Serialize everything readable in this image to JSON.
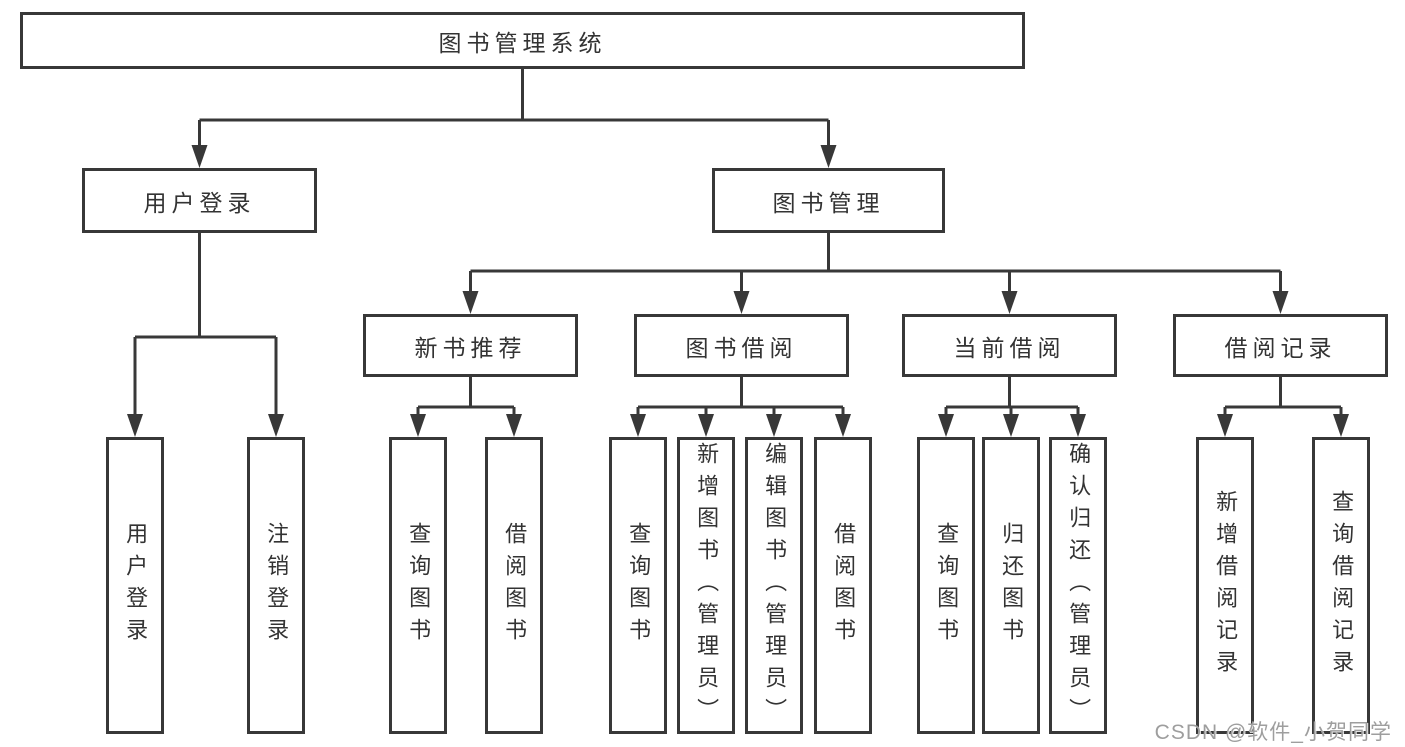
{
  "colors": {
    "background": "#ffffff",
    "line": "#383838",
    "box_border": "#383838",
    "text": "#333333",
    "watermark": "#9e9e9e"
  },
  "watermark": {
    "text": "CSDN @软件_小贺同学"
  },
  "chart_type": "tree-diagram",
  "tree": {
    "root": {
      "label": "图书管理系统"
    },
    "branches": [
      {
        "label": "用户登录",
        "leaves": [
          {
            "label": "用户登录"
          },
          {
            "label": "注销登录"
          }
        ]
      },
      {
        "label": "图书管理",
        "groups": [
          {
            "label": "新书推荐",
            "leaves": [
              {
                "label": "查询图书"
              },
              {
                "label": "借阅图书"
              }
            ]
          },
          {
            "label": "图书借阅",
            "leaves": [
              {
                "label": "查询图书"
              },
              {
                "label": "新增图书（管理员）"
              },
              {
                "label": "编辑图书（管理员）"
              },
              {
                "label": "借阅图书"
              }
            ]
          },
          {
            "label": "当前借阅",
            "leaves": [
              {
                "label": "查询图书"
              },
              {
                "label": "归还图书"
              },
              {
                "label": "确认归还（管理员）"
              }
            ]
          },
          {
            "label": "借阅记录",
            "leaves": [
              {
                "label": "新增借阅记录"
              },
              {
                "label": "查询借阅记录"
              }
            ]
          }
        ]
      }
    ]
  }
}
